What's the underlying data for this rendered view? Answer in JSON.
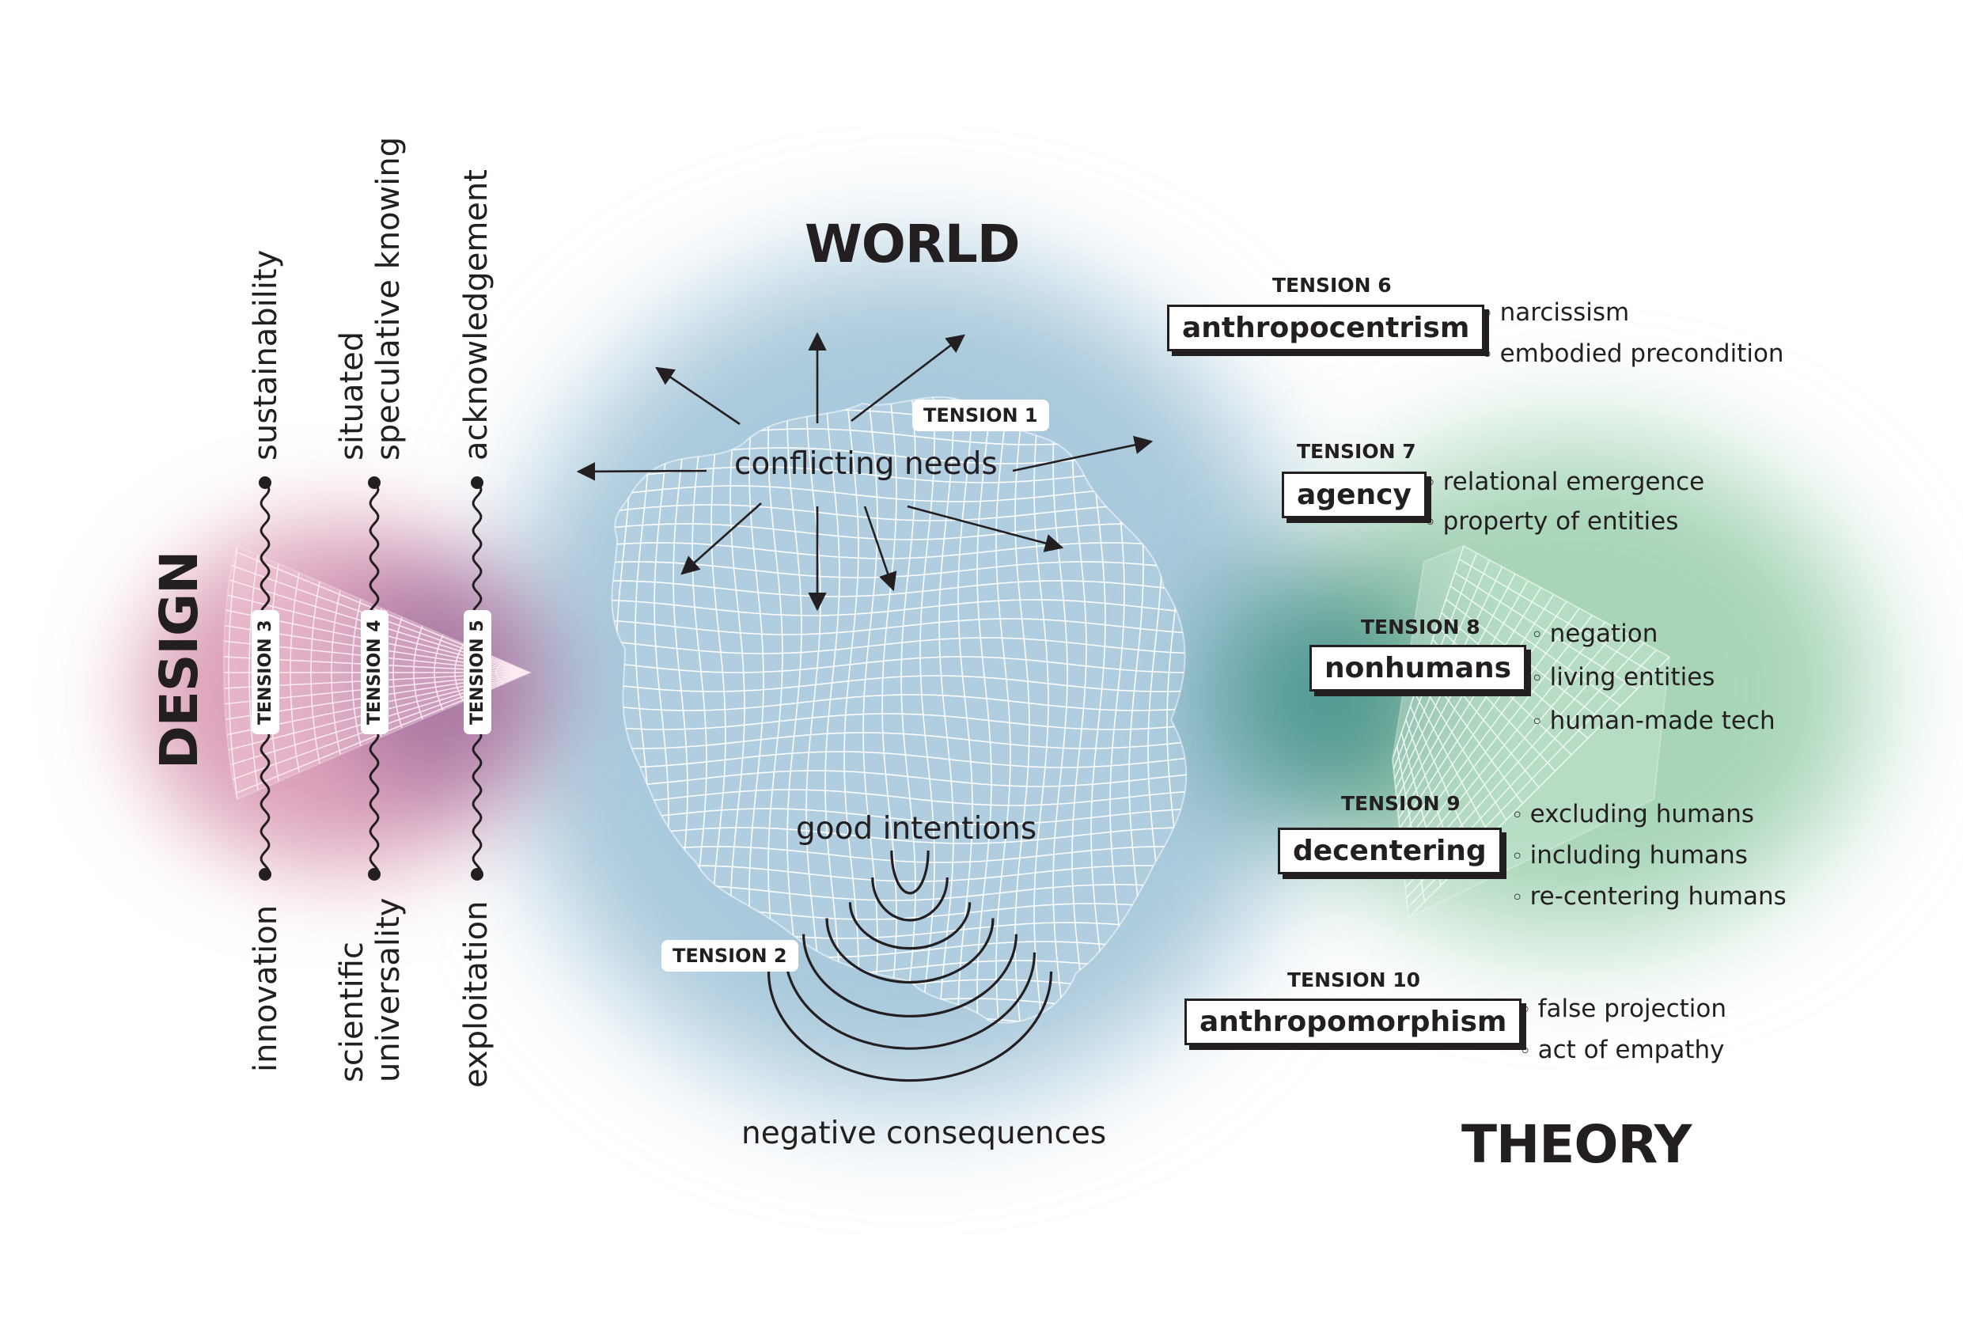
{
  "regions": {
    "world": "WORLD",
    "design": "DESIGN",
    "theory": "THEORY"
  },
  "world": {
    "conflicting": "conflicting needs",
    "good": "good intentions",
    "negative": "negative consequences",
    "tension1": "TENSION 1",
    "tension2": "TENSION 2"
  },
  "design": {
    "axes": [
      {
        "tension": "TENSION 3",
        "top": [
          "sustainability"
        ],
        "bottom": [
          "innovation"
        ]
      },
      {
        "tension": "TENSION 4",
        "top": [
          "situated",
          "speculative knowing"
        ],
        "bottom": [
          "scientific",
          "universality"
        ]
      },
      {
        "tension": "TENSION 5",
        "top": [
          "acknowledgement"
        ],
        "bottom": [
          "exploitation"
        ]
      }
    ]
  },
  "theory": {
    "items": [
      {
        "tension": "TENSION 6",
        "term": "anthropocentrism",
        "bullets": [
          "narcissism",
          "embodied precondition"
        ]
      },
      {
        "tension": "TENSION 7",
        "term": "agency",
        "bullets": [
          "relational emergence",
          "property of entities"
        ]
      },
      {
        "tension": "TENSION 8",
        "term": "nonhumans",
        "bullets": [
          "negation",
          "living entities",
          "human-made tech"
        ]
      },
      {
        "tension": "TENSION 9",
        "term": "decentering",
        "bullets": [
          "excluding humans",
          "including humans",
          "re-centering humans"
        ]
      },
      {
        "tension": "TENSION 10",
        "term": "anthropomorphism",
        "bullets": [
          "false projection",
          "act of empathy"
        ]
      }
    ]
  },
  "colors": {
    "world_blue": "#a9c9dc",
    "design_pink": "#cc7e9e",
    "design_purple": "#9a6b9c",
    "theory_teal": "#3e8e88",
    "theory_green": "#9fd0b0",
    "ink": "#231f20"
  },
  "icons": [
    "wireframe-blob-icon",
    "wireframe-cone-icon",
    "wireframe-cube-icon",
    "ripple-arcs-icon",
    "wavy-line-icon",
    "arrow-icon"
  ]
}
